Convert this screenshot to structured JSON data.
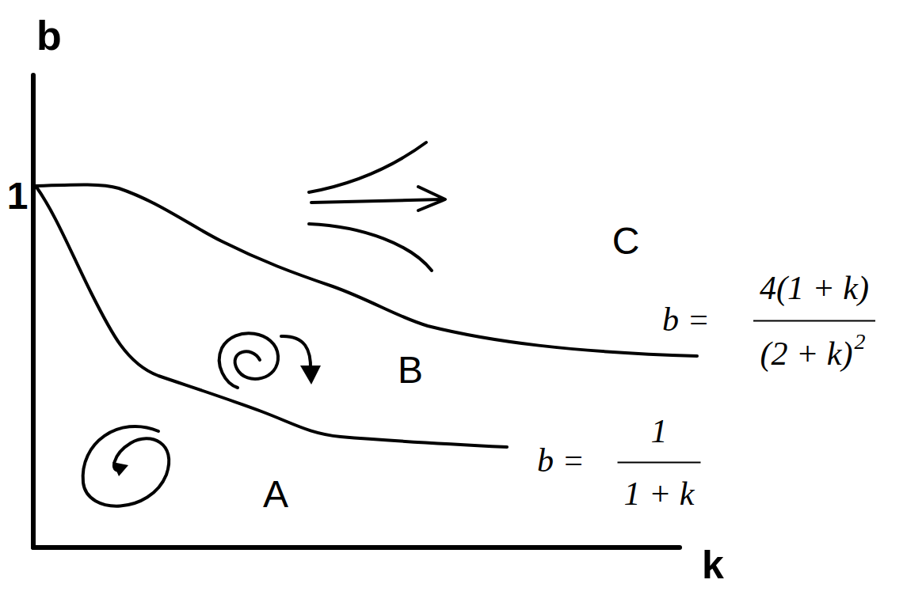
{
  "diagram": {
    "labels": [
      "b",
      "1",
      "C",
      "B",
      "A",
      "k",
      "b =",
      "4(1 + k)",
      "(2 + k)",
      "2",
      "b =",
      "1",
      "1 + k"
    ]
  }
}
